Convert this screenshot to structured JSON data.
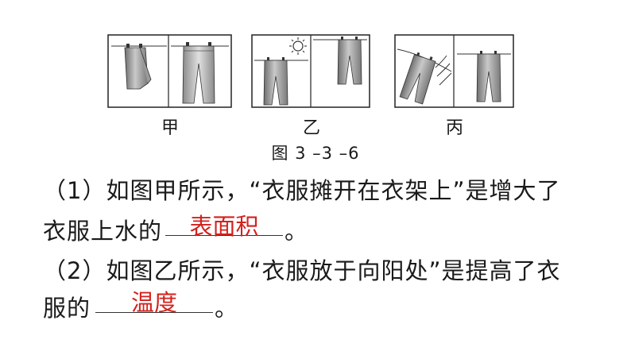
{
  "figure": {
    "panels": [
      {
        "label": "甲"
      },
      {
        "label": "乙"
      },
      {
        "label": "丙"
      }
    ],
    "caption": "图 3 –3 –6"
  },
  "questions": [
    {
      "line1": "（1）如图甲所示，“衣服摊开在衣架上”是增大了",
      "line2_prefix": "衣服上水的",
      "answer": "表面积",
      "line2_suffix": "。"
    },
    {
      "line1": "（2）如图乙所示，“衣服放于向阳处”是提高了衣",
      "line2_prefix": "服的",
      "answer": "温度",
      "line2_suffix": "。"
    }
  ],
  "colors": {
    "answer": "#d3211d",
    "text": "#1a1a1a"
  }
}
